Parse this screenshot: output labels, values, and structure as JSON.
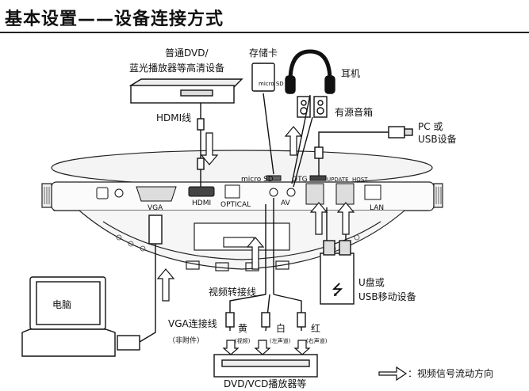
{
  "title": "基本设置——设备连接方式",
  "labels": {
    "dvd_player_line1": "普通DVD/",
    "dvd_player_line2": "蓝光播放器等高清设备",
    "sd_card": "存储卡",
    "sd_card_print": "micro SD",
    "headphones": "耳机",
    "speakers": "有源音箱",
    "pc_line1": "PC 或",
    "pc_line2": "USB设备",
    "hdmi_cable": "HDMI线",
    "computer": "电脑",
    "vga_cable": "VGA连接线",
    "vga_note": "（非附件）",
    "video_cable": "视频转接线",
    "usb_line1": "U盘或",
    "usb_line2": "USB移动设备",
    "yellow": "黄",
    "yellow_sub": "(视频)",
    "white": "白",
    "white_sub": "(左声道)",
    "red": "红",
    "red_sub": "(右声道)",
    "vcd_player": "DVD/VCD播放器等",
    "legend": "：视频信号流动方向"
  },
  "ports": {
    "micro_sd": "micro SD",
    "otg": "OTG",
    "av": "AV",
    "vga": "VGA",
    "hdmi": "HDMI",
    "optical": "OPTICAL",
    "lan": "LAN",
    "update": "UPDATE",
    "host": "HOST"
  }
}
